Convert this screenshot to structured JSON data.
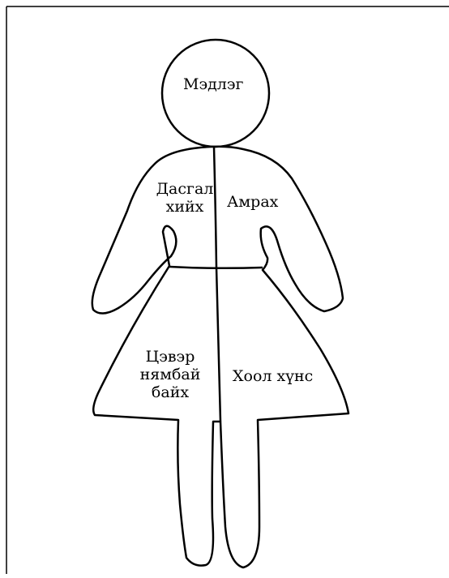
{
  "labels": {
    "head": "Мэдлэг",
    "left_chest_line1": "Дасгал",
    "left_chest_line2": "хийх",
    "right_chest": "Амрах",
    "left_skirt_line1": "Цэвэр",
    "left_skirt_line2": "нямбай",
    "left_skirt_line3": "байх",
    "right_skirt": "Хоол хүнс"
  },
  "colors": {
    "stroke": "#000000",
    "background": "#ffffff"
  }
}
